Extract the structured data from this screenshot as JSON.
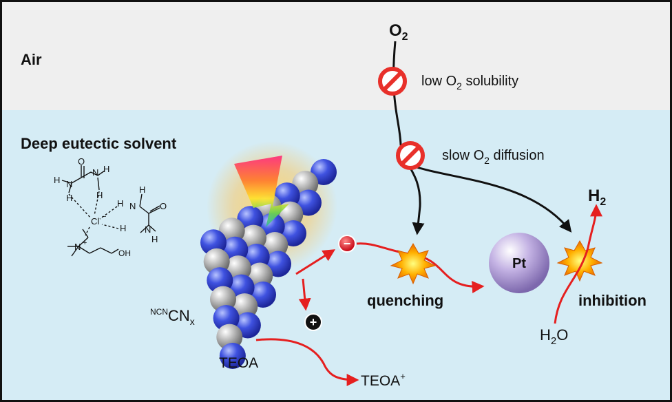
{
  "regions": {
    "air": "Air",
    "solvent": "Deep eutectic solvent"
  },
  "labels": {
    "o2": "O",
    "o2_sub": "2",
    "low_solubility_a": "low O",
    "low_solubility_sub": "2",
    "low_solubility_b": " solubility",
    "slow_diffusion_a": "slow O",
    "slow_diffusion_sub": "2",
    "slow_diffusion_b": " diffusion",
    "h2": "H",
    "h2_sub": "2",
    "quenching": "quenching",
    "inhibition": "inhibition",
    "pt": "Pt",
    "water": "H",
    "water_sub": "2",
    "water_tail": "O",
    "teoa": "TEOA",
    "teoa_plus": "TEOA",
    "teoa_plus_sup": "+",
    "catalyst_sup": "NCN",
    "catalyst_main": "CN",
    "catalyst_sub": "x",
    "electron_sign": "−",
    "hole_sign": "+"
  },
  "molecule": {
    "atom_n": "N",
    "atom_h": "H",
    "atom_o": "O",
    "atom_cl": "Cl",
    "cl_charge": "−",
    "n_charge": "+",
    "oh": "OH"
  },
  "colors": {
    "air_bg": "#efefef",
    "solvent_bg": "#d5ecf5",
    "arrow_red": "#e51f1f",
    "arrow_black": "#111111",
    "forbid_red": "#e8302a",
    "nitrogen_blue": "#3344d6",
    "carbon_gray": "#a9a9a9",
    "pt_sphere": "#b9a7dc",
    "burst": "#f59a1a"
  }
}
